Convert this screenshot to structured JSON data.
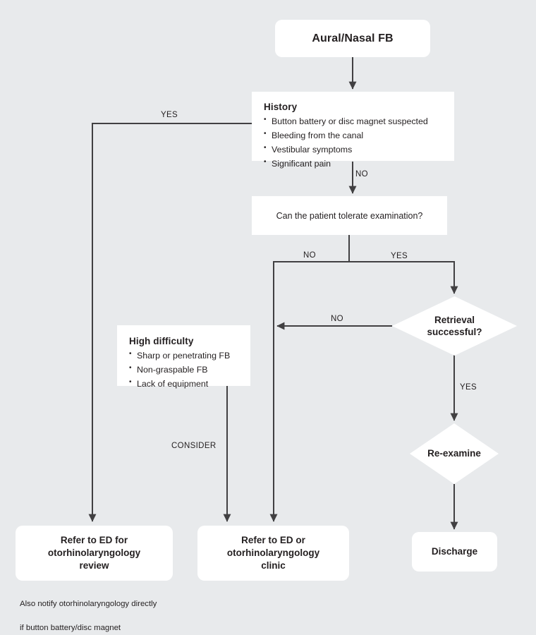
{
  "diagram": {
    "title": "Aural/Nasal FB clinical pathway",
    "background_color": "#e8eaec",
    "node_fill": "#ffffff",
    "line_color": "#414042",
    "text_color": "#231f20"
  },
  "nodes": {
    "start": {
      "label": "Aural/Nasal FB"
    },
    "history": {
      "header": "History",
      "items": [
        "Button battery or disc magnet suspected",
        "Bleeding from the canal",
        "Vestibular symptoms",
        "Significant pain"
      ]
    },
    "tolerate": {
      "label": "Can the patient tolerate examination?"
    },
    "retrieval": {
      "label": "Retrieval\nsuccessful?",
      "line1": "Retrieval",
      "line2": "successful?"
    },
    "reexamine": {
      "label": "Re-examine"
    },
    "high_difficulty": {
      "header": "High difficulty",
      "items": [
        "Sharp or penetrating FB",
        "Non-graspable FB",
        "Lack of equipment"
      ]
    },
    "refer_ed_oto_review": {
      "line1": "Refer to ED for",
      "line2": "otorhinolaryngology",
      "line3": "review"
    },
    "refer_ed_oto_clinic": {
      "line1": "Refer to ED or",
      "line2": "otorhinolaryngology",
      "line3": "clinic"
    },
    "discharge": {
      "label": "Discharge"
    }
  },
  "edge_labels": {
    "history_yes": "YES",
    "history_no": "NO",
    "tolerate_no": "NO",
    "tolerate_yes": "YES",
    "retrieval_no": "NO",
    "retrieval_yes": "YES",
    "consider": "CONSIDER"
  },
  "footnote": {
    "line1": "Also notify otorhinolaryngology directly",
    "line2": "if button battery/disc magnet"
  }
}
